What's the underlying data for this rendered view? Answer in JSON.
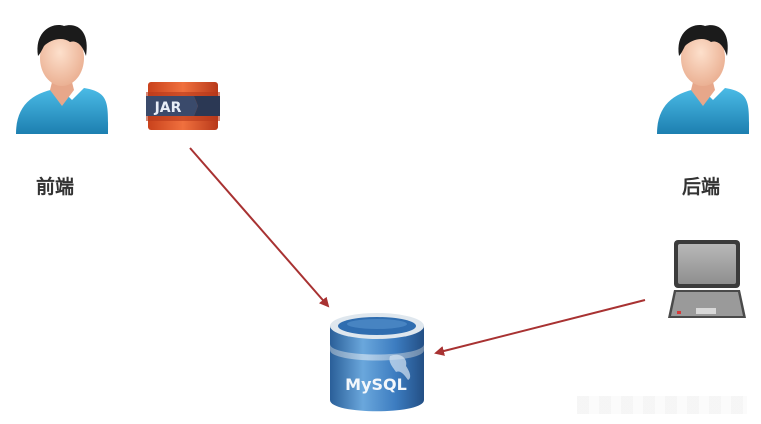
{
  "labels": {
    "frontend": "前端",
    "backend": "后端"
  },
  "icons": {
    "frontend_user": "user-icon",
    "backend_user": "user-icon",
    "jar": "jar-file-icon",
    "jar_text": "JAR",
    "laptop": "laptop-icon",
    "database": "mysql-database-icon",
    "database_text": "MySQL"
  },
  "colors": {
    "arrow": "#a83232",
    "shirt": "#2aa3d4",
    "hair": "#1b1b1b",
    "skin": "#f2c4a6",
    "jar_orange": "#e0552a",
    "jar_band": "#3a4a6b",
    "db_body": "#3a7bbf",
    "laptop_gray": "#a6a6a6"
  }
}
